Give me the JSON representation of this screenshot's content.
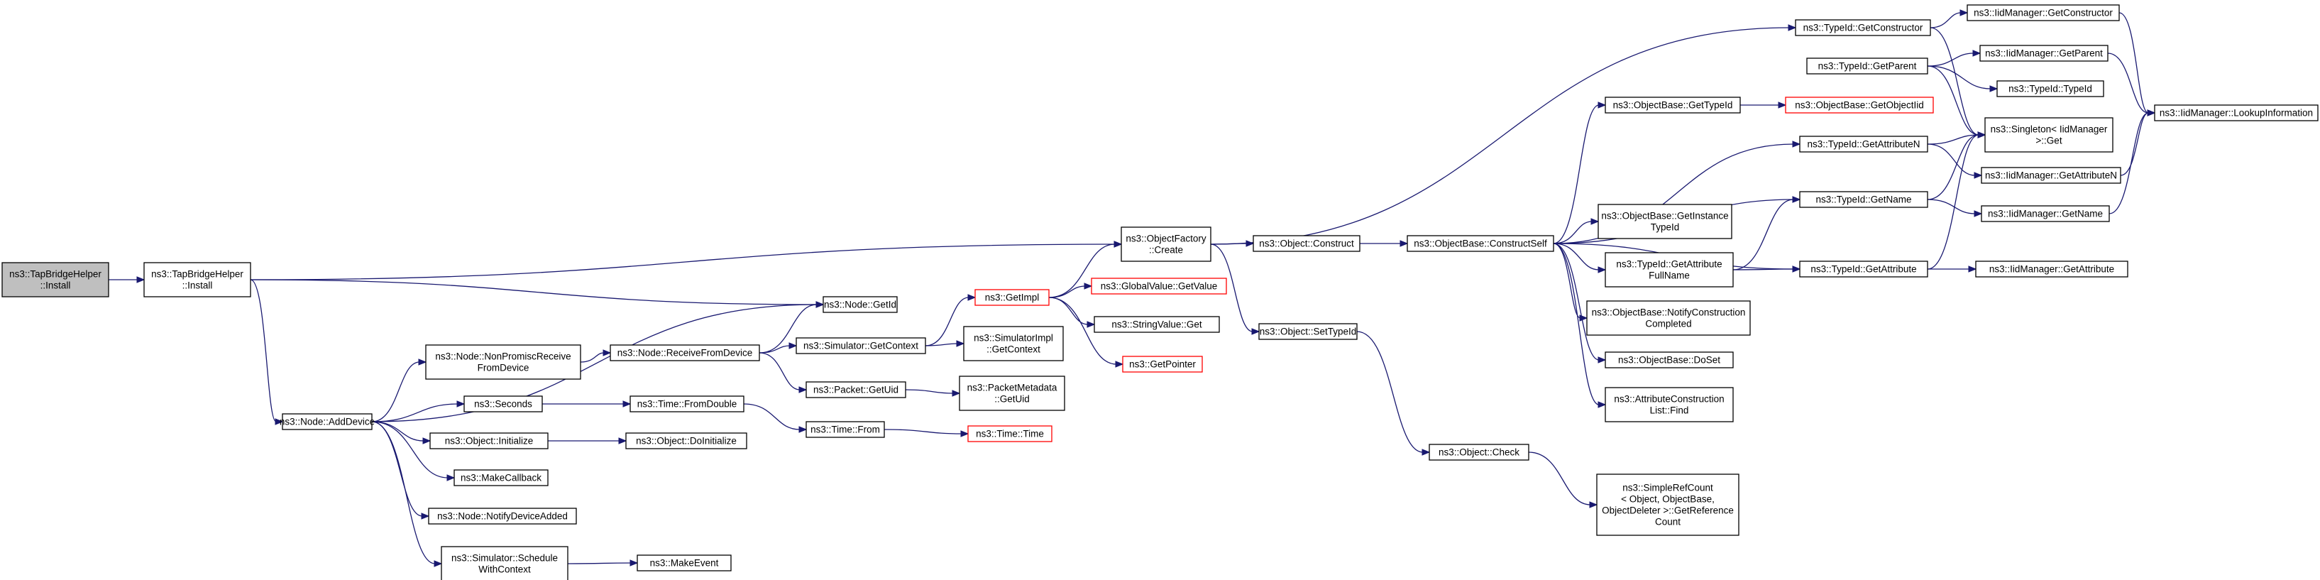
{
  "diagram": {
    "nodes": [
      {
        "id": "n0",
        "lines": [
          "ns3::TapBridgeHelper",
          "::Install"
        ],
        "root": true
      },
      {
        "id": "n1",
        "lines": [
          "ns3::TapBridgeHelper",
          "::Install"
        ]
      },
      {
        "id": "n2",
        "lines": [
          "ns3::ObjectFactory",
          "::Create"
        ]
      },
      {
        "id": "n3",
        "lines": [
          "ns3::Node::GetId"
        ]
      },
      {
        "id": "n4",
        "lines": [
          "ns3::Node::AddDevice"
        ]
      },
      {
        "id": "n5",
        "lines": [
          "ns3::Object::Construct"
        ]
      },
      {
        "id": "n6",
        "lines": [
          "ns3::Object::SetTypeId"
        ]
      },
      {
        "id": "n7",
        "lines": [
          "ns3::ObjectBase::ConstructSelf"
        ]
      },
      {
        "id": "n8",
        "lines": [
          "ns3::ObjectBase::GetTypeId"
        ]
      },
      {
        "id": "n9",
        "lines": [
          "ns3::TypeId::GetAttributeN"
        ]
      },
      {
        "id": "n10",
        "lines": [
          "ns3::TypeId::GetName"
        ]
      },
      {
        "id": "n11",
        "lines": [
          "ns3::ObjectBase::GetInstance",
          "TypeId"
        ]
      },
      {
        "id": "n12",
        "lines": [
          "ns3::TypeId::GetAttribute",
          "FullName"
        ]
      },
      {
        "id": "n13",
        "lines": [
          "ns3::ObjectBase::NotifyConstruction",
          "Completed"
        ]
      },
      {
        "id": "n14",
        "lines": [
          "ns3::ObjectBase::DoSet"
        ]
      },
      {
        "id": "n15",
        "lines": [
          "ns3::AttributeConstruction",
          "List::Find"
        ]
      },
      {
        "id": "n16",
        "lines": [
          "ns3::TypeId::GetAttribute"
        ]
      },
      {
        "id": "n17",
        "lines": [
          "ns3::TypeId::GetConstructor"
        ]
      },
      {
        "id": "n18",
        "lines": [
          "ns3::TypeId::GetParent"
        ]
      },
      {
        "id": "n19",
        "lines": [
          "ns3::ObjectBase::GetObjectIid"
        ],
        "truncated": true
      },
      {
        "id": "n20",
        "lines": [
          "ns3::Singleton< IidManager",
          " >::Get"
        ]
      },
      {
        "id": "n21",
        "lines": [
          "ns3::IidManager::GetAttributeN"
        ]
      },
      {
        "id": "n22",
        "lines": [
          "ns3::IidManager::GetName"
        ]
      },
      {
        "id": "n23",
        "lines": [
          "ns3::IidManager::GetAttribute"
        ]
      },
      {
        "id": "n24",
        "lines": [
          "ns3::IidManager::GetConstructor"
        ]
      },
      {
        "id": "n25",
        "lines": [
          "ns3::IidManager::GetParent"
        ]
      },
      {
        "id": "n26",
        "lines": [
          "ns3::TypeId::TypeId"
        ]
      },
      {
        "id": "n27",
        "lines": [
          "ns3::IidManager::LookupInformation"
        ]
      },
      {
        "id": "n28",
        "lines": [
          "ns3::Object::Check"
        ]
      },
      {
        "id": "n29",
        "lines": [
          "ns3::SimpleRefCount",
          "< Object, ObjectBase,",
          " ObjectDeleter >::GetReference",
          "Count"
        ]
      },
      {
        "id": "n30",
        "lines": [
          "ns3::Node::NonPromiscReceive",
          "FromDevice"
        ]
      },
      {
        "id": "n31",
        "lines": [
          "ns3::Seconds"
        ]
      },
      {
        "id": "n32",
        "lines": [
          "ns3::Object::Initialize"
        ]
      },
      {
        "id": "n33",
        "lines": [
          "ns3::MakeCallback"
        ]
      },
      {
        "id": "n34",
        "lines": [
          "ns3::Node::NotifyDeviceAdded"
        ]
      },
      {
        "id": "n35",
        "lines": [
          "ns3::Simulator::Schedule",
          "WithContext"
        ]
      },
      {
        "id": "n36",
        "lines": [
          "ns3::Node::ReceiveFromDevice"
        ]
      },
      {
        "id": "n37",
        "lines": [
          "ns3::Simulator::GetContext"
        ]
      },
      {
        "id": "n38",
        "lines": [
          "ns3::Packet::GetUid"
        ]
      },
      {
        "id": "n39",
        "lines": [
          "ns3::GetImpl"
        ],
        "truncated": true
      },
      {
        "id": "n40",
        "lines": [
          "ns3::SimulatorImpl",
          "::GetContext"
        ]
      },
      {
        "id": "n41",
        "lines": [
          "ns3::GlobalValue::GetValue"
        ],
        "truncated": true
      },
      {
        "id": "n42",
        "lines": [
          "ns3::StringValue::Get"
        ]
      },
      {
        "id": "n43",
        "lines": [
          "ns3::GetPointer"
        ],
        "truncated": true
      },
      {
        "id": "n44",
        "lines": [
          "ns3::PacketMetadata",
          "::GetUid"
        ]
      },
      {
        "id": "n45",
        "lines": [
          "ns3::Time::FromDouble"
        ]
      },
      {
        "id": "n46",
        "lines": [
          "ns3::Time::From"
        ]
      },
      {
        "id": "n47",
        "lines": [
          "ns3::Time::Time"
        ],
        "truncated": true
      },
      {
        "id": "n48",
        "lines": [
          "ns3::Object::DoInitialize"
        ]
      },
      {
        "id": "n49",
        "lines": [
          "ns3::MakeEvent"
        ]
      }
    ],
    "edges": [
      [
        "n0",
        "n1"
      ],
      [
        "n1",
        "n2"
      ],
      [
        "n1",
        "n3"
      ],
      [
        "n1",
        "n4"
      ],
      [
        "n2",
        "n5"
      ],
      [
        "n2",
        "n6"
      ],
      [
        "n2",
        "n17"
      ],
      [
        "n5",
        "n7"
      ],
      [
        "n7",
        "n8"
      ],
      [
        "n7",
        "n9"
      ],
      [
        "n7",
        "n10"
      ],
      [
        "n7",
        "n11"
      ],
      [
        "n7",
        "n12"
      ],
      [
        "n7",
        "n13"
      ],
      [
        "n7",
        "n14"
      ],
      [
        "n7",
        "n15"
      ],
      [
        "n7",
        "n16"
      ],
      [
        "n8",
        "n19"
      ],
      [
        "n9",
        "n20"
      ],
      [
        "n9",
        "n21"
      ],
      [
        "n10",
        "n20"
      ],
      [
        "n10",
        "n22"
      ],
      [
        "n12",
        "n10"
      ],
      [
        "n12",
        "n16"
      ],
      [
        "n16",
        "n20"
      ],
      [
        "n16",
        "n23"
      ],
      [
        "n17",
        "n20"
      ],
      [
        "n17",
        "n24"
      ],
      [
        "n18",
        "n20"
      ],
      [
        "n18",
        "n25"
      ],
      [
        "n18",
        "n26"
      ],
      [
        "n21",
        "n27"
      ],
      [
        "n22",
        "n27"
      ],
      [
        "n24",
        "n27"
      ],
      [
        "n25",
        "n27"
      ],
      [
        "n6",
        "n28"
      ],
      [
        "n28",
        "n29"
      ],
      [
        "n4",
        "n3"
      ],
      [
        "n4",
        "n30"
      ],
      [
        "n4",
        "n31"
      ],
      [
        "n4",
        "n32"
      ],
      [
        "n4",
        "n33"
      ],
      [
        "n4",
        "n34"
      ],
      [
        "n4",
        "n35"
      ],
      [
        "n30",
        "n36"
      ],
      [
        "n36",
        "n3"
      ],
      [
        "n36",
        "n37"
      ],
      [
        "n36",
        "n38"
      ],
      [
        "n37",
        "n39"
      ],
      [
        "n37",
        "n40"
      ],
      [
        "n39",
        "n2"
      ],
      [
        "n39",
        "n41"
      ],
      [
        "n39",
        "n42"
      ],
      [
        "n39",
        "n43"
      ],
      [
        "n38",
        "n44"
      ],
      [
        "n31",
        "n45"
      ],
      [
        "n45",
        "n46"
      ],
      [
        "n46",
        "n47"
      ],
      [
        "n32",
        "n48"
      ],
      [
        "n35",
        "n49"
      ]
    ]
  }
}
